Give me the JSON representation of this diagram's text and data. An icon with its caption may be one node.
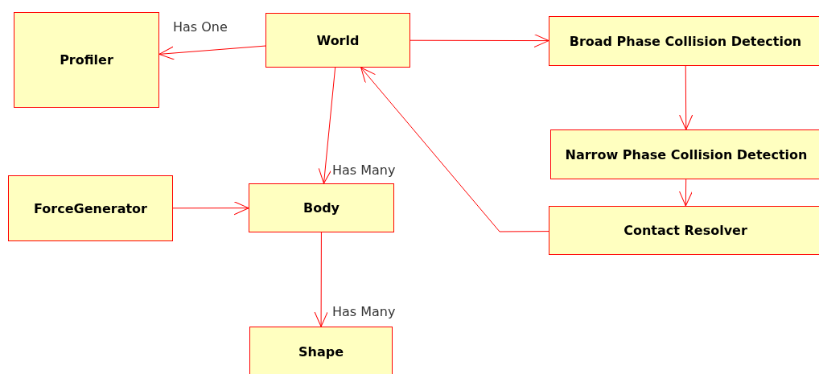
{
  "diagram": {
    "nodes": [
      {
        "text": [
          "Profiler"
        ]
      },
      {
        "text": [
          "World"
        ]
      },
      {
        "text": [
          "Broad Phase Collision Detection"
        ]
      },
      {
        "text": [
          "Narrow Phase Collision Detection"
        ]
      },
      {
        "text": [
          "ForceGenerator"
        ]
      },
      {
        "text": [
          "Body"
        ]
      },
      {
        "text": [
          "Contact Resolver"
        ]
      },
      {
        "text": [
          "Shape"
        ]
      }
    ],
    "edges": [
      {
        "from": 1,
        "to": 0,
        "arrow": "to",
        "label": "Has One"
      },
      {
        "from": 1,
        "to": 2,
        "arrow": "to"
      },
      {
        "from": 1,
        "to": 5,
        "arrow": "to",
        "label": "Has Many"
      },
      {
        "from": 2,
        "to": 3,
        "arrow": "to"
      },
      {
        "from": 3,
        "to": 6,
        "arrow": "to"
      },
      {
        "from": 6,
        "to": 1,
        "arrow": "to"
      },
      {
        "from": 4,
        "to": 5,
        "arrow": "to"
      },
      {
        "from": 5,
        "to": 7,
        "arrow": "to",
        "label": "Has Many"
      }
    ]
  }
}
